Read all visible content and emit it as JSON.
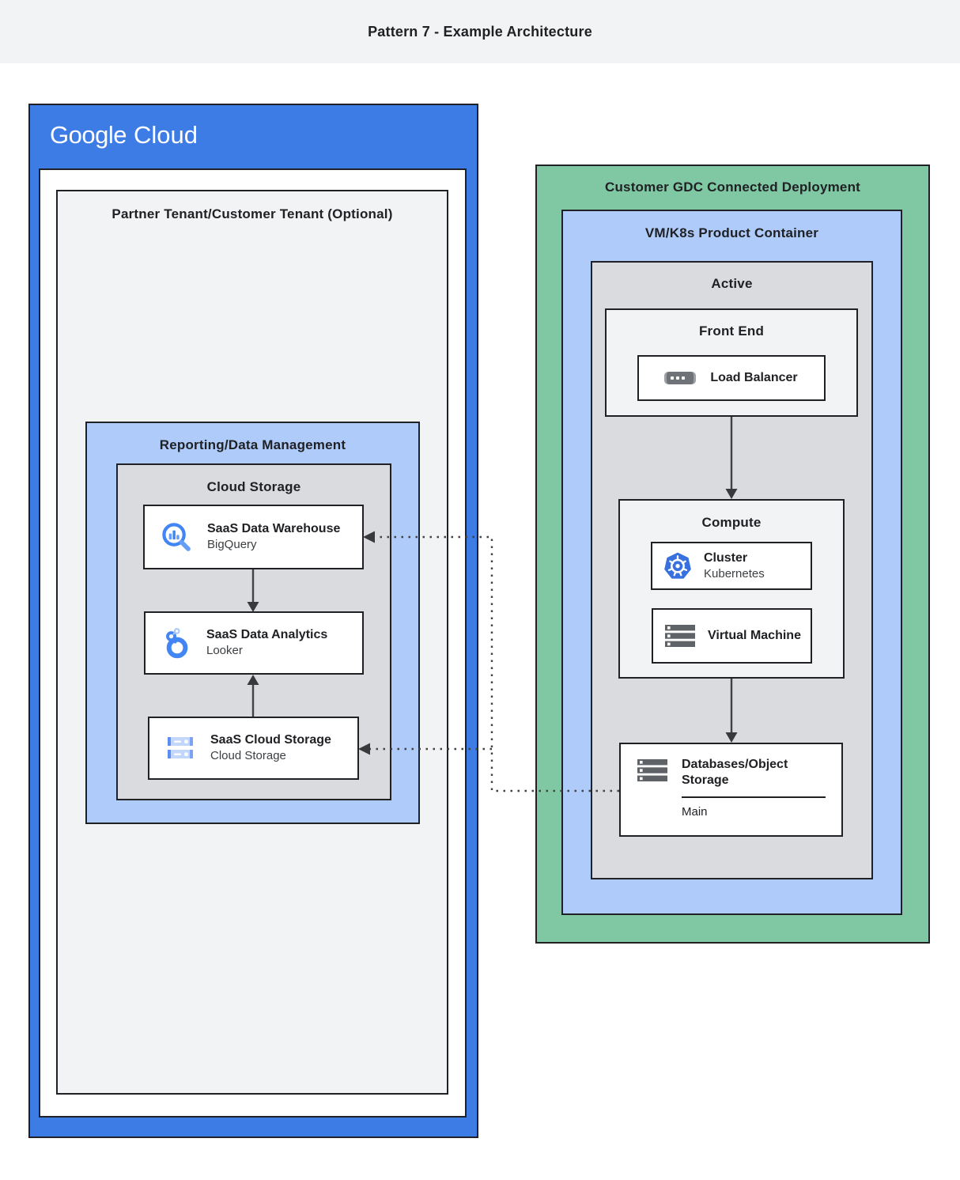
{
  "header": {
    "title": "Pattern 7 - Example Architecture"
  },
  "colors": {
    "google_blue": "#3D7BE5",
    "light_blue": "#AECBFA",
    "green": "#7FC8A3",
    "gray_panel": "#D9DBDE",
    "light_panel": "#F1F3F4",
    "border_dark": "#202124",
    "connector": "#424242",
    "icon_blue": "#4285F4",
    "icon_light_blue": "#C3D6FB",
    "icon_gray": "#6F7377",
    "white": "#FFFFFF"
  },
  "google_cloud": {
    "logo_google": "Google",
    "logo_cloud": "Cloud",
    "partner_tenant": {
      "title": "Partner Tenant/Customer Tenant (Optional)"
    },
    "reporting": {
      "title": "Reporting/Data Management"
    },
    "cloud_storage_group": {
      "title": "Cloud Storage"
    },
    "warehouse_card": {
      "title": "SaaS Data Warehouse",
      "subtitle": "BigQuery",
      "icon": "bigquery-icon"
    },
    "analytics_card": {
      "title": "SaaS Data Analytics",
      "subtitle": "Looker",
      "icon": "looker-icon"
    },
    "storage_card": {
      "title": "SaaS Cloud Storage",
      "subtitle": "Cloud Storage",
      "icon": "cloud-storage-icon"
    }
  },
  "gdc": {
    "title": "Customer GDC Connected Deployment",
    "vmk8s": {
      "title": "VM/K8s Product Container"
    },
    "active": {
      "title": "Active"
    },
    "front_end": {
      "title": "Front End"
    },
    "load_balancer_card": {
      "title": "Load Balancer",
      "icon": "load-balancer-icon"
    },
    "compute": {
      "title": "Compute"
    },
    "cluster_card": {
      "title": "Cluster",
      "subtitle": "Kubernetes",
      "icon": "kubernetes-icon"
    },
    "vm_card": {
      "title": "Virtual Machine",
      "icon": "virtual-machine-icon"
    },
    "databases_card": {
      "title": "Databases/Object Storage",
      "footer": "Main",
      "icon": "database-storage-icon"
    }
  }
}
